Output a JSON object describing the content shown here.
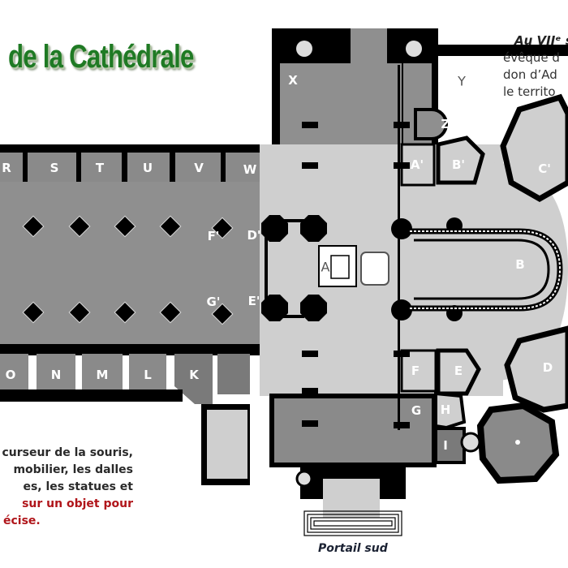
{
  "title": "de la Cathédrale",
  "intro_lines": [
    "Au VIIᵉ s",
    "évêque d",
    "don d’Ad",
    "le territo"
  ],
  "help": {
    "lines_black": [
      "curseur de la souris,",
      "mobilier, les dalles",
      "es, les statues et"
    ],
    "lines_red": [
      "sur un objet pour",
      "écise."
    ]
  },
  "portail_label": "Portail sud",
  "colors": {
    "wall": "#000000",
    "nave": "#8f8f8f",
    "chapel": "#7c7c7c",
    "transept": "#cfcfcf",
    "transept_dark": "#8a8a8a",
    "title_green": "#1f7a24",
    "help_red": "#b0151a"
  },
  "labels": {
    "north_chapels": [
      "R",
      "S",
      "T",
      "U",
      "V",
      "W"
    ],
    "south_chapels": [
      "O",
      "N",
      "M",
      "L",
      "K"
    ],
    "X": "X",
    "Y": "Y",
    "Z": "Z",
    "A1": "A'",
    "B1": "B'",
    "C1": "C'",
    "D1": "D'",
    "E1": "E'",
    "F1": "F'",
    "G1": "G'",
    "A": "A",
    "B": "B",
    "D": "D",
    "E": "E",
    "F": "F",
    "G": "G",
    "H": "H",
    "I": "I"
  }
}
